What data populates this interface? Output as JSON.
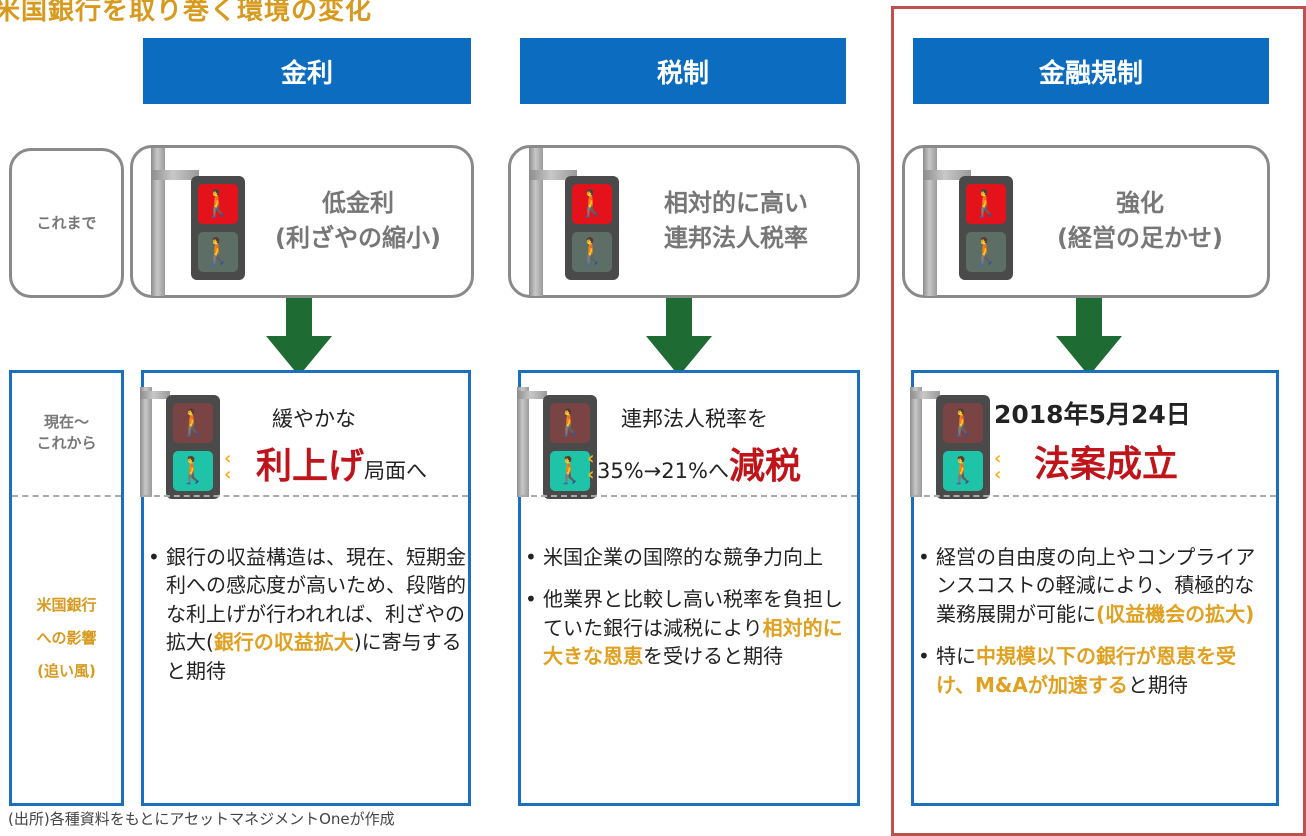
{
  "page_title": "米国銀行を取り巻く環境の変化",
  "row_labels": {
    "before": "これまで",
    "now_line1": "現在～",
    "now_line2": "これから",
    "impact_line1": "米国銀行",
    "impact_line2": "への影響",
    "impact_line3": "(追い風)"
  },
  "columns": [
    {
      "header": "金利",
      "before_line1": "低金利",
      "before_line2": "(利ざやの縮小)",
      "now_line1": "緩やかな",
      "now_big": "利上げ",
      "now_suffix": "局面へ",
      "bullets": [
        {
          "segments": [
            {
              "text": "銀行の収益構造は、現在、短期金利への感応度が高いため、段階的な利上げが行われれば、利ざやの拡大(",
              "hl": false
            },
            {
              "text": "銀行の収益拡大",
              "hl": true
            },
            {
              "text": ")に寄与すると期待",
              "hl": false
            }
          ]
        }
      ]
    },
    {
      "header": "税制",
      "before_line1": "相対的に高い",
      "before_line2": "連邦法人税率",
      "now_line1": "連邦法人税率を",
      "now_prefix": "35%→21%へ",
      "now_big": "減税",
      "bullets": [
        {
          "segments": [
            {
              "text": "米国企業の国際的な競争力向上",
              "hl": false
            }
          ]
        },
        {
          "segments": [
            {
              "text": "他業界と比較し高い税率を負担していた銀行は減税により",
              "hl": false
            },
            {
              "text": "相対的に大きな恩恵",
              "hl": true
            },
            {
              "text": "を受けると期待",
              "hl": false
            }
          ]
        }
      ]
    },
    {
      "header": "金融規制",
      "before_line1": "強化",
      "before_line2": "(経営の足かせ)",
      "now_line1": "2018年5月24日",
      "now_big": "法案成立",
      "bullets": [
        {
          "segments": [
            {
              "text": "経営の自由度の向上やコンプライアンスコストの軽減により、積極的な業務展開が可能に",
              "hl": false
            },
            {
              "text": "(収益機会の拡大)",
              "hl": true
            }
          ]
        },
        {
          "segments": [
            {
              "text": "特に",
              "hl": false
            },
            {
              "text": "中規模以下の銀行が恩恵を受け、M&Aが加速する",
              "hl": true
            },
            {
              "text": "と期待",
              "hl": false
            }
          ]
        }
      ]
    }
  ],
  "footer": "(出所)各種資料をもとにアセットマネジメントOneが作成",
  "colors": {
    "header_blue": "#0b6cc0",
    "box_blue": "#1a6fbf",
    "highlight_gold": "#e0a020",
    "emphasis_red": "#c0141b",
    "arrow_green": "#1e6b33",
    "frame_red": "#c0504d"
  },
  "icons": [
    "traffic-light-icon",
    "pedestrian-icon",
    "down-arrow-icon"
  ]
}
